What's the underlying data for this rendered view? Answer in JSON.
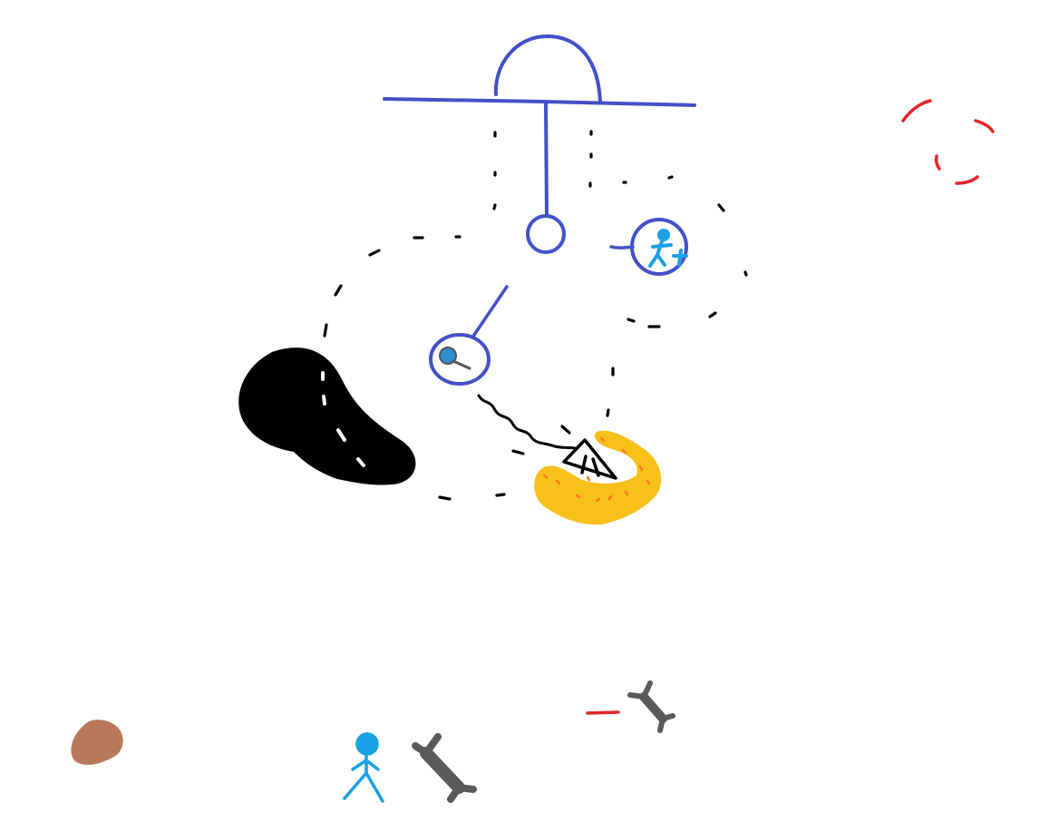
{
  "canvas": {
    "background": "#ffffff"
  },
  "colors": {
    "ink_blue": "#4450c8",
    "person_blue": "#1aa0e6",
    "lens_blue": "#2f8fcf",
    "black": "#000000",
    "lane_white": "#ffffff",
    "gold": "#f7c11a",
    "gold_accent": "#ff7a1a",
    "brown": "#b9785a",
    "gray": "#5a5a5a",
    "red": "#e0262b"
  },
  "shapes": [
    "dome-post-structure",
    "hanging-ring",
    "person-in-circle-icon",
    "magnifier-in-circle-icon",
    "black-road-blob",
    "dotted-loop-path",
    "wavy-line",
    "tent-icon",
    "gold-blob",
    "red-dashed-circle",
    "brown-blob",
    "person-icon",
    "gray-wrench-large",
    "gray-wrench-small",
    "red-dash"
  ]
}
